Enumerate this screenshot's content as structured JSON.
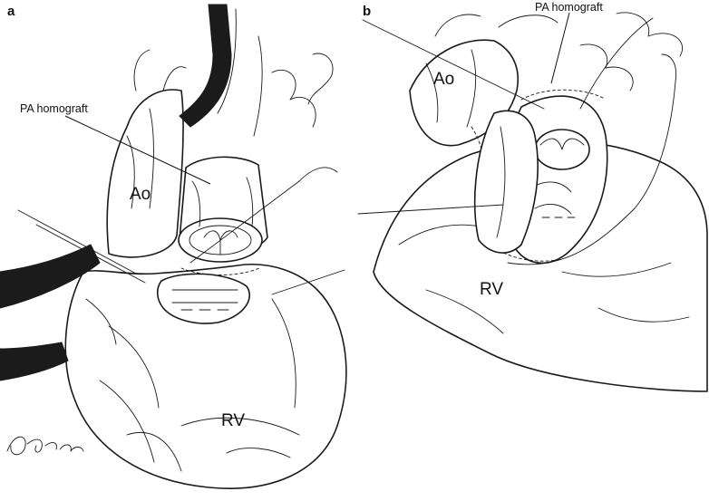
{
  "panels": {
    "a": {
      "letter": "a",
      "labels": {
        "pa_homograft": "PA homograft",
        "ao": "Ao",
        "rv": "RV"
      }
    },
    "b": {
      "letter": "b",
      "labels": {
        "pa_homograft": "PA homograft",
        "ao": "Ao",
        "rv": "RV"
      }
    }
  }
}
